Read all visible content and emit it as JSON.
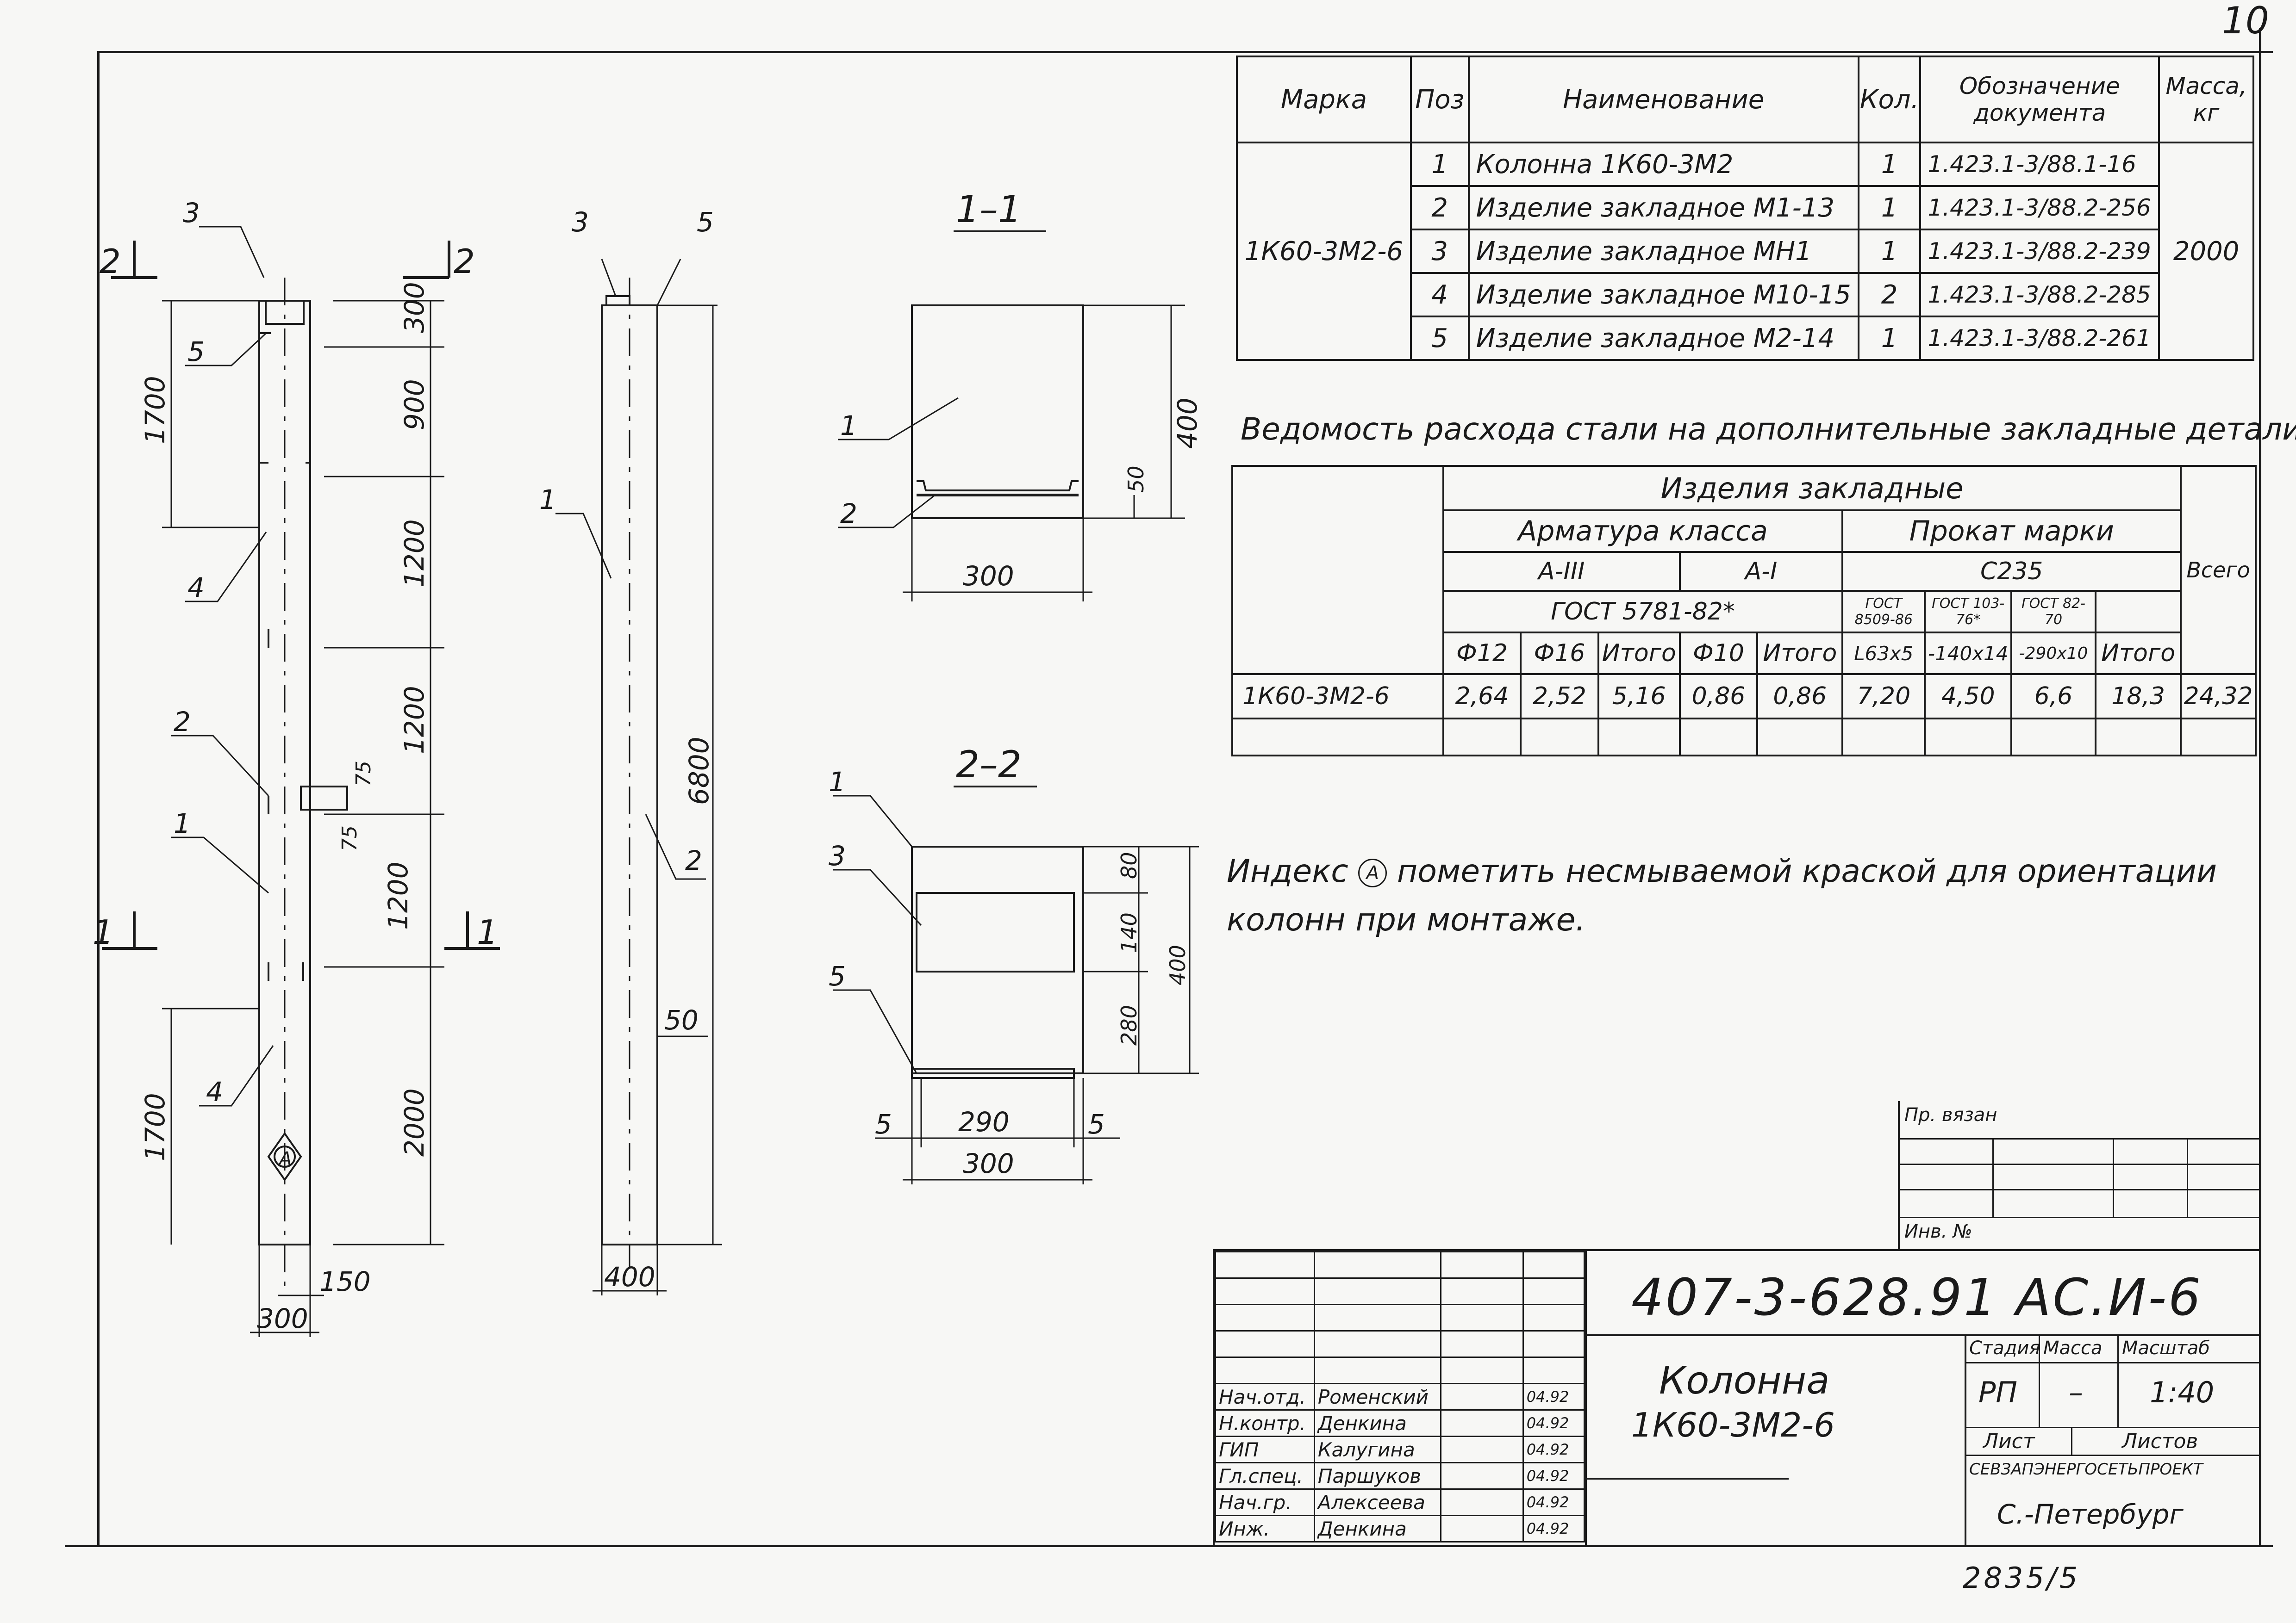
{
  "sheet": {
    "corner_number": "10",
    "stamp_number": "2835/5"
  },
  "spec_table": {
    "headers": [
      "Марка",
      "Поз",
      "Наименование",
      "Кол.",
      "Обозначение документа",
      "Масса, кг"
    ],
    "mark": "1К60-3М2-6",
    "mass": "2000",
    "rows": [
      {
        "pos": "1",
        "name": "Колонна 1К60-3М2",
        "qty": "1",
        "doc": "1.423.1-3/88.1-16"
      },
      {
        "pos": "2",
        "name": "Изделие закладное М1-13",
        "qty": "1",
        "doc": "1.423.1-3/88.2-256"
      },
      {
        "pos": "3",
        "name": "Изделие закладное МН1",
        "qty": "1",
        "doc": "1.423.1-3/88.2-239"
      },
      {
        "pos": "4",
        "name": "Изделие закладное М10-15",
        "qty": "2",
        "doc": "1.423.1-3/88.2-285"
      },
      {
        "pos": "5",
        "name": "Изделие закладное М2-14",
        "qty": "1",
        "doc": "1.423.1-3/88.2-261"
      }
    ]
  },
  "steel": {
    "title": "Ведомость расхода стали на дополнительные закладные детали.",
    "h_group": "Изделия закладные",
    "h_arm": "Арматура класса",
    "h_prokat": "Прокат марки",
    "h_total": "Всего",
    "h_a3": "А-III",
    "h_a1": "А-I",
    "h_c235": "С235",
    "h_gost_arm": "ГОСТ 5781-82*",
    "h_gost1": "ГОСТ 8509-86",
    "h_gost2": "ГОСТ 103-76*",
    "h_gost3": "ГОСТ 82-70",
    "cols": [
      "Ф12",
      "Ф16",
      "Итого",
      "Ф10",
      "Итого",
      "L63x5",
      "-140x14",
      "-290x10",
      "Итого"
    ],
    "row": {
      "mark": "1К60-3М2-6",
      "values": [
        "2,64",
        "2,52",
        "5,16",
        "0,86",
        "0,86",
        "7,20",
        "4,50",
        "6,6",
        "18,3",
        "24,32"
      ]
    }
  },
  "note": {
    "line1_a": "Индекс",
    "index_symbol": "А",
    "line1_b": "пометить несмываемой краской для ориентации",
    "line2": "колонн при монтаже."
  },
  "drawing": {
    "section_11": "1–1",
    "section_22": "2–2",
    "cut_1": "1",
    "cut_2": "2",
    "index_symbol": "А",
    "front_dims": [
      "300",
      "900",
      "1200",
      "1200",
      "1200",
      "2000"
    ],
    "left_dims": [
      "1700",
      "1700"
    ],
    "small_dims": [
      "75",
      "75"
    ],
    "front_width_150": "150",
    "front_width_300": "300",
    "side_height": "6800",
    "side_width": "400",
    "side_50": "50",
    "sec11": {
      "width": "300",
      "height": "400",
      "d50": "50"
    },
    "sec22": {
      "d80": "80",
      "d140": "140",
      "d280": "280",
      "height": "400",
      "d290": "290",
      "d300": "300",
      "d5": "5"
    },
    "callouts": [
      "1",
      "2",
      "3",
      "4",
      "5"
    ]
  },
  "title_block": {
    "binding_label": "Пр. вязан",
    "inv_label": "Инв. №",
    "code": "407-3-628.91 АС.И-6",
    "name_l1": "Колонна",
    "name_l2": "1К60-3М2-6",
    "stage_h": "Стадия",
    "mass_h": "Масса",
    "scale_h": "Масштаб",
    "stage": "РП",
    "mass": "–",
    "scale": "1:40",
    "sheet_h": "Лист",
    "sheets_h": "Листов",
    "org": "СЕВЗАПЭНЕРГОСЕТЬПРОЕКТ",
    "city": "С.-Петербург",
    "staff": [
      {
        "role": "Нач.отд.",
        "name": "Роменский",
        "date": "04.92"
      },
      {
        "role": "Н.контр.",
        "name": "Денкина",
        "date": "04.92"
      },
      {
        "role": "ГИП",
        "name": "Калугина",
        "date": "04.92"
      },
      {
        "role": "Гл.спец.",
        "name": "Паршуков",
        "date": "04.92"
      },
      {
        "role": "Нач.гр.",
        "name": "Алексеева",
        "date": "04.92"
      },
      {
        "role": "Инж.",
        "name": "Денкина",
        "date": "04.92"
      }
    ]
  }
}
